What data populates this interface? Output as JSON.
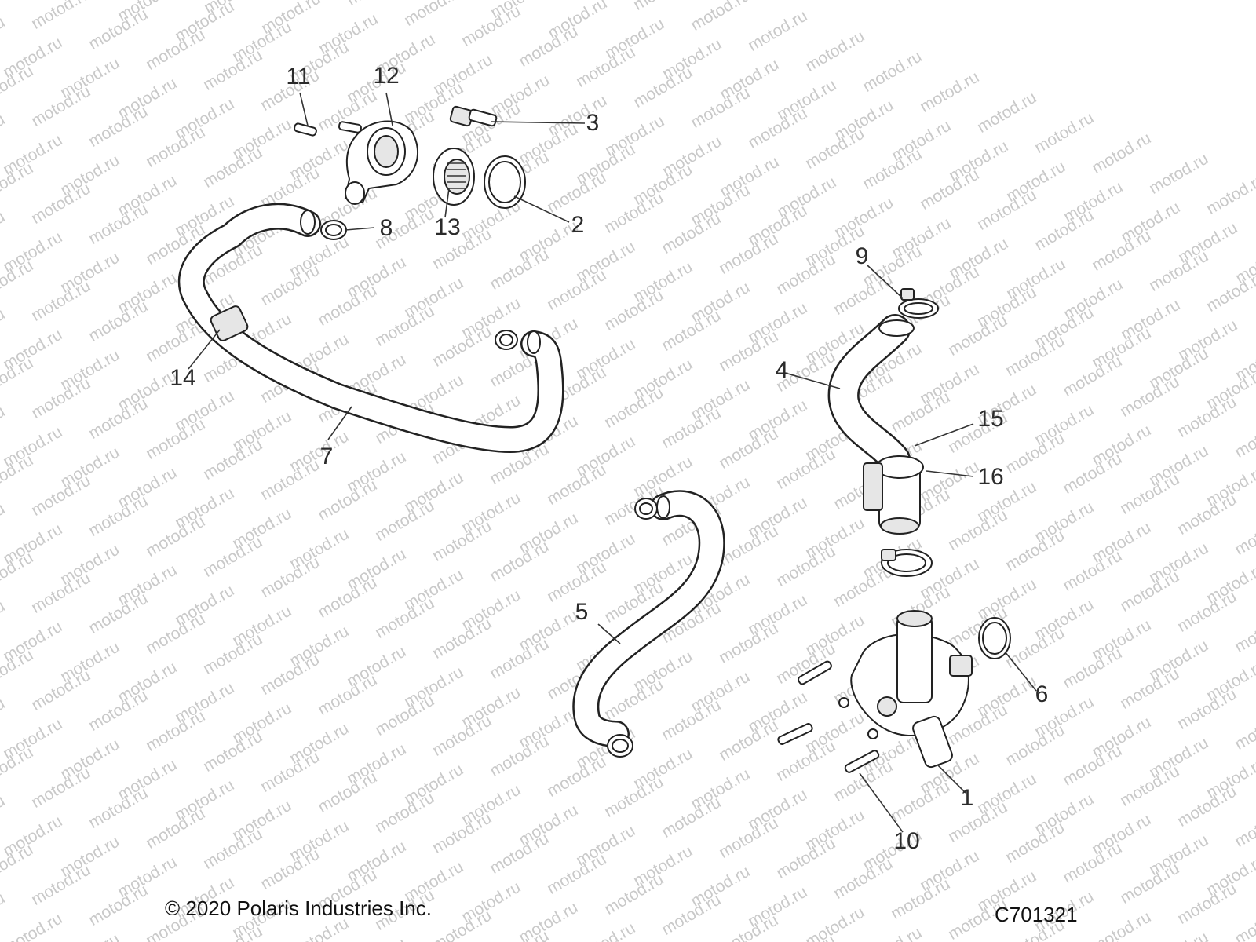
{
  "watermark": "motod.ru",
  "copyright": "© 2020 Polaris Industries Inc.",
  "diagram_code": "C701321",
  "callouts": [
    {
      "id": "1",
      "label": "1"
    },
    {
      "id": "2",
      "label": "2"
    },
    {
      "id": "3",
      "label": "3"
    },
    {
      "id": "4",
      "label": "4"
    },
    {
      "id": "5",
      "label": "5"
    },
    {
      "id": "6",
      "label": "6"
    },
    {
      "id": "7",
      "label": "7"
    },
    {
      "id": "8",
      "label": "8"
    },
    {
      "id": "9",
      "label": "9"
    },
    {
      "id": "10",
      "label": "10"
    },
    {
      "id": "11",
      "label": "11"
    },
    {
      "id": "12",
      "label": "12"
    },
    {
      "id": "13",
      "label": "13"
    },
    {
      "id": "14",
      "label": "14"
    },
    {
      "id": "15",
      "label": "15"
    },
    {
      "id": "16",
      "label": "16"
    }
  ]
}
